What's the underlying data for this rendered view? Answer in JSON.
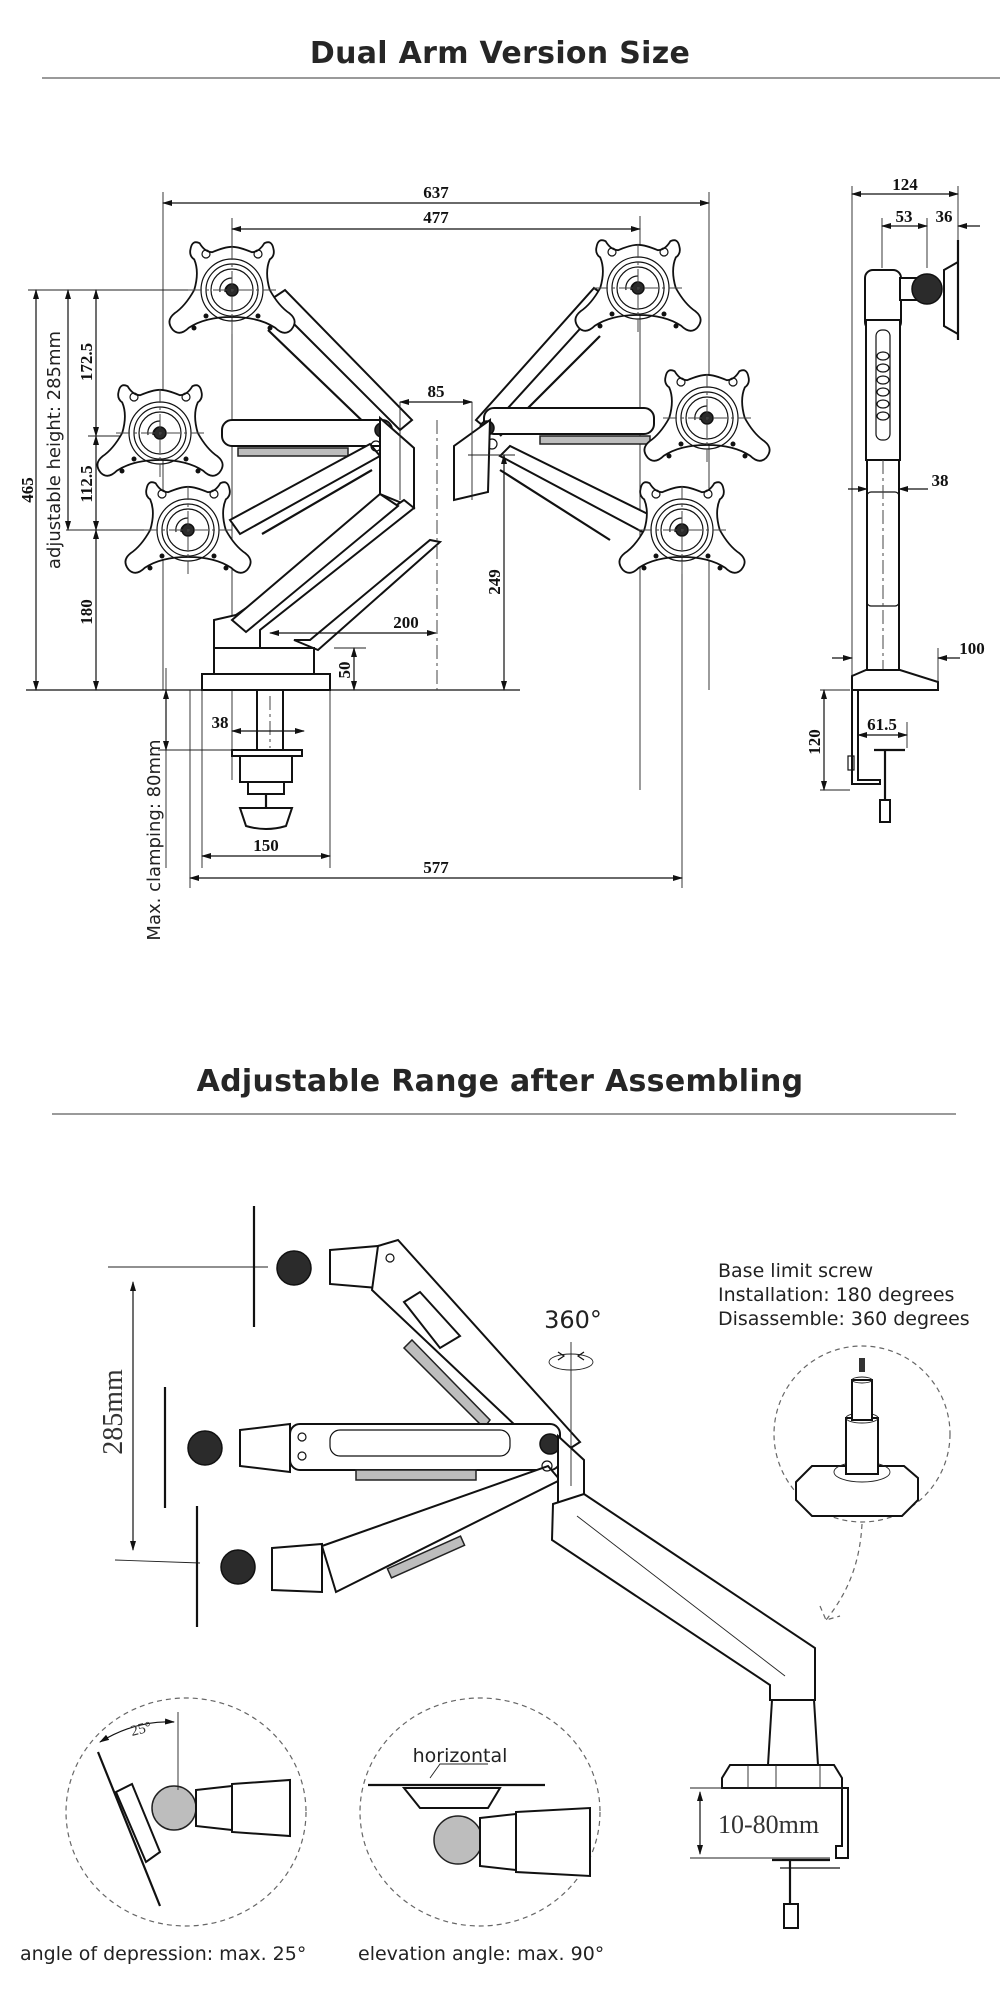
{
  "section1": {
    "title": "Dual Arm Version Size",
    "front_view": {
      "dimensions": {
        "overall_width": "637",
        "vesa_span": "477",
        "pole_offset": "85",
        "total_height": "465",
        "adjustable_height_label": "adjustable height:  285mm",
        "upper_height": "172.5",
        "middle_height": "112.5",
        "lower_height": "180",
        "arm_reach": "200",
        "pivot_height": "249",
        "base_height": "50",
        "pole_diameter": "38",
        "base_width": "150",
        "footprint_width": "577",
        "max_clamping_label": "Max. clamping:  80mm"
      }
    },
    "side_view": {
      "dimensions": {
        "depth": "124",
        "joint_offset": "53",
        "plate_offset": "36",
        "pole_width": "38",
        "base_depth": "100",
        "clamp_height": "120",
        "clamp_depth": "61.5"
      }
    }
  },
  "section2": {
    "title": "Adjustable Range after Assembling",
    "height_range": "285mm",
    "rotation": "360°",
    "base_note": {
      "line1": "Base limit screw",
      "line2": "Installation: 180 degrees",
      "line3": "Disassemble: 360 degrees"
    },
    "clamp_range": "10-80mm",
    "tilt_down": {
      "angle_label": "25°",
      "caption": "angle of depression: max. 25°"
    },
    "tilt_up": {
      "label": "horizontal",
      "caption": "elevation angle: max. 90°"
    }
  }
}
